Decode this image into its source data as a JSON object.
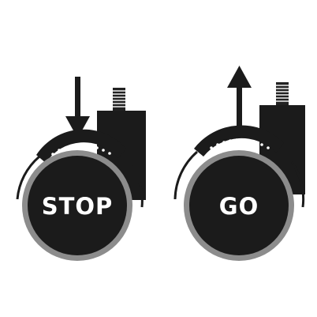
{
  "stop_wheel": {
    "label": "STOP",
    "arrow_direction": "down",
    "icon": "arrow-down-icon"
  },
  "go_wheel": {
    "label": "GO",
    "arrow_direction": "up",
    "icon": "arrow-up-icon"
  },
  "colors": {
    "background": "#ffffff",
    "wheel_fill": "#1b1b1b",
    "wheel_rim": "#8c8c8c",
    "text": "#ffffff"
  }
}
